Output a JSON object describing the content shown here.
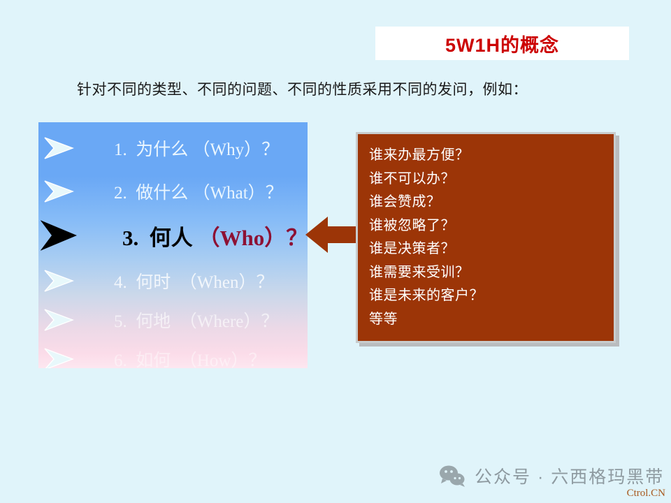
{
  "slide": {
    "background_color": "#e0f4fa",
    "title": "5W1H的概念",
    "title_color": "#cc0000",
    "subtitle": "针对不同的类型、不同的问题、不同的性质采用不同的发问，例如："
  },
  "list_panel": {
    "gradient_from": "#6aa8f5",
    "gradient_to": "#fde7f0",
    "items": [
      {
        "num": "1.",
        "cn": "为什么",
        "en": "（Why）？",
        "highlighted": false
      },
      {
        "num": "2.",
        "cn": "做什么",
        "en": "（What）？",
        "highlighted": false
      },
      {
        "num": "3.",
        "cn": "何人",
        "en": "（Who）？",
        "highlighted": true
      },
      {
        "num": "4.",
        "cn": "何时",
        "en": "（When）？",
        "highlighted": false
      },
      {
        "num": "5.",
        "cn": "何地",
        "en": "（Where）？",
        "highlighted": false
      },
      {
        "num": "6.",
        "cn": "如何",
        "en": "（How）？",
        "highlighted": false
      }
    ],
    "highlight_en_color": "#8d1134"
  },
  "arrow": {
    "direction": "left",
    "color": "#9c3507"
  },
  "detail_panel": {
    "background_color": "#9c3507",
    "text_color": "#ffffff",
    "lines": [
      "谁来办最方便？",
      "谁不可以办？",
      "谁会赞成？",
      "谁被忽略了？",
      "谁是决策者？",
      "谁需要来受训？",
      "谁是未来的客户？",
      "等等"
    ]
  },
  "footer": {
    "icon": "wechat-icon",
    "text": "公众号 · 六西格玛黑带",
    "text_color": "#8e9aa0",
    "watermark": "Ctrol.CN",
    "watermark_color": "#a85a20"
  }
}
